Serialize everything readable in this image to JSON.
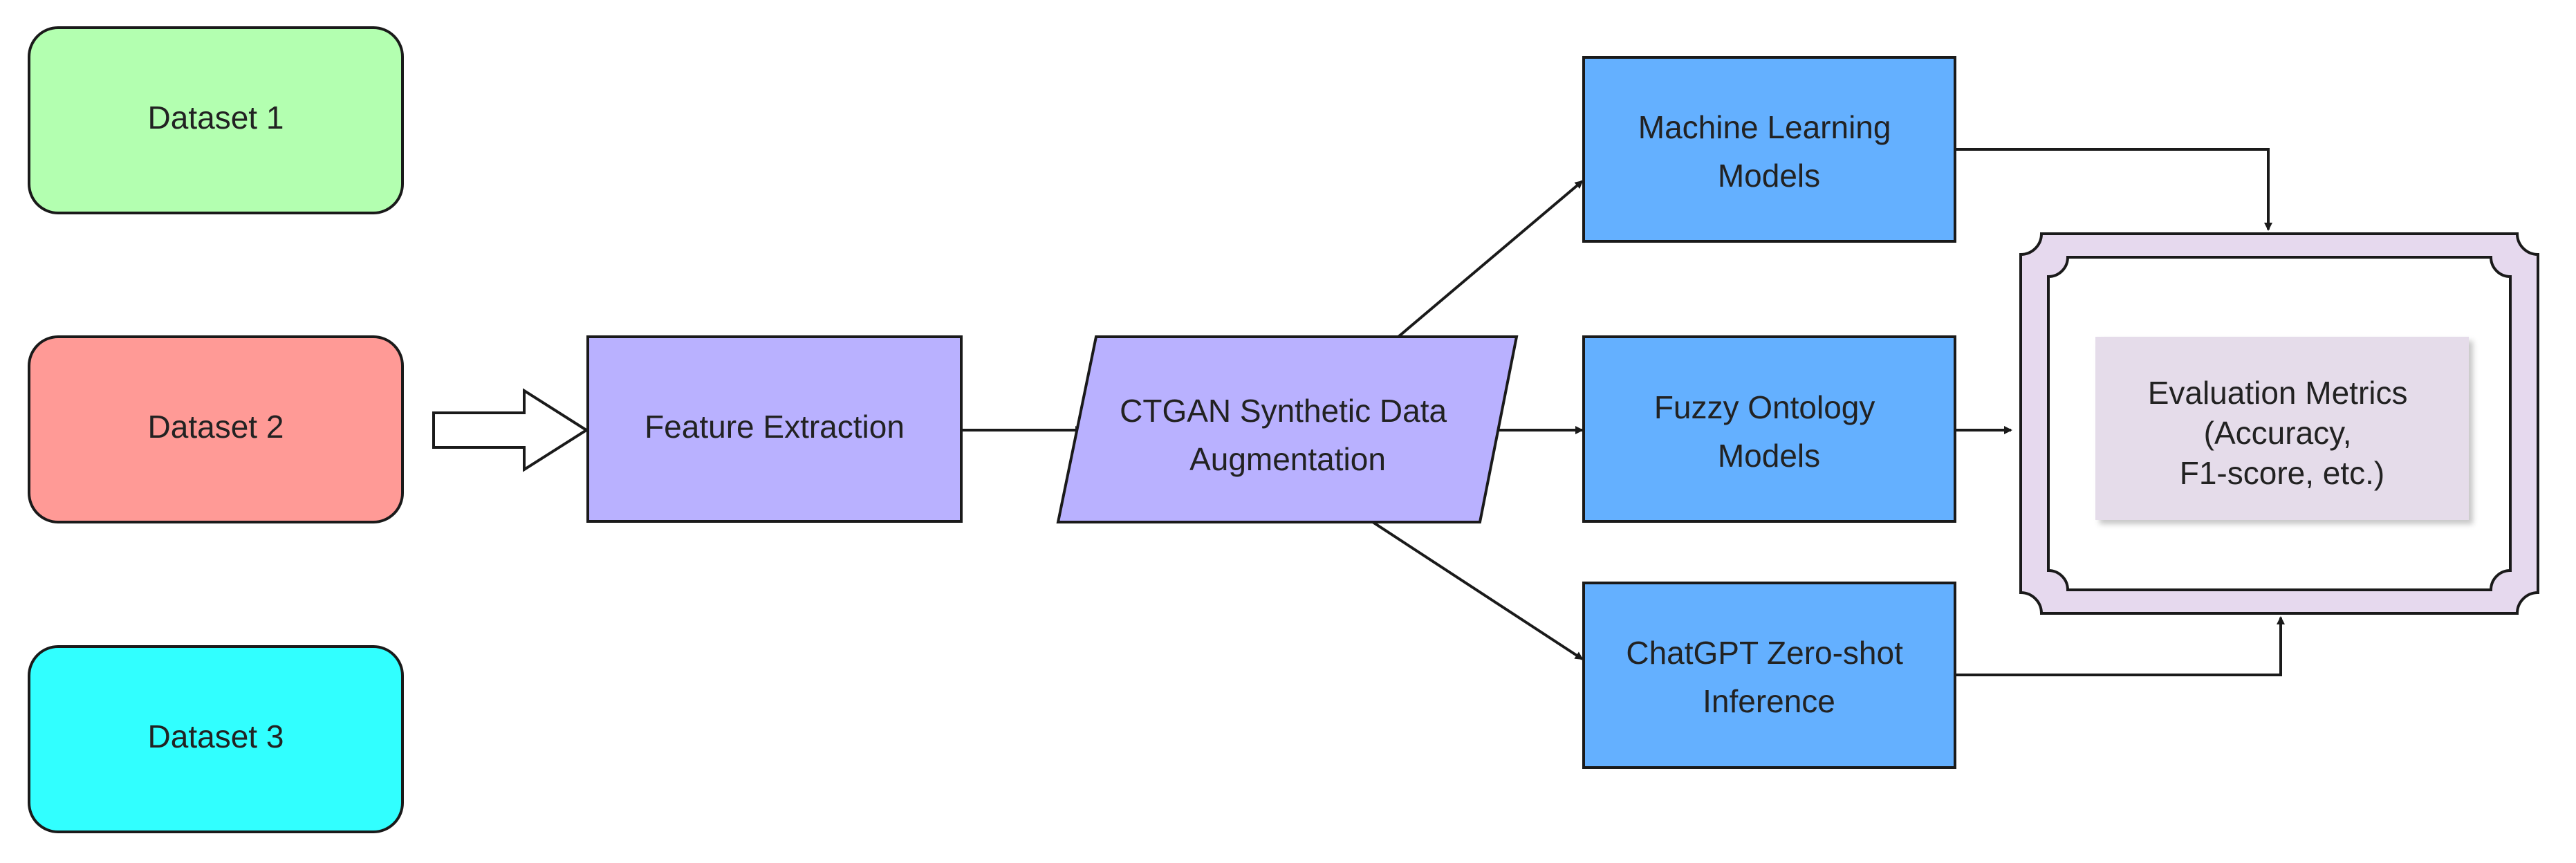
{
  "nodes": {
    "dataset1": {
      "label": "Dataset 1",
      "fill": "#b3ffb0"
    },
    "dataset2": {
      "label": "Dataset 2",
      "fill": "#ff9a96"
    },
    "dataset3": {
      "label": "Dataset 3",
      "fill": "#31ffff"
    },
    "feature_extraction": {
      "label": "Feature Extraction",
      "fill": "#b9b1ff"
    },
    "ctgan": {
      "lines": [
        "CTGAN Synthetic Data",
        "Augmentation"
      ],
      "fill": "#b9b1ff"
    },
    "ml_models": {
      "lines": [
        "Machine Learning",
        "Models"
      ],
      "fill": "#64b0ff"
    },
    "fuzzy_models": {
      "lines": [
        "Fuzzy Ontology",
        "Models"
      ],
      "fill": "#64b0ff"
    },
    "chatgpt": {
      "lines": [
        "ChatGPT Zero-shot",
        "Inference"
      ],
      "fill": "#64b0ff"
    },
    "evaluation": {
      "lines": [
        "Evaluation Metrics",
        "(Accuracy,",
        "F1-score, etc.)"
      ],
      "frame_fill": "#e6d9ee",
      "inner_fill": "#e5dcea"
    }
  },
  "colors": {
    "stroke": "#1a1a1a",
    "text": "#222222",
    "background": "#ffffff"
  }
}
